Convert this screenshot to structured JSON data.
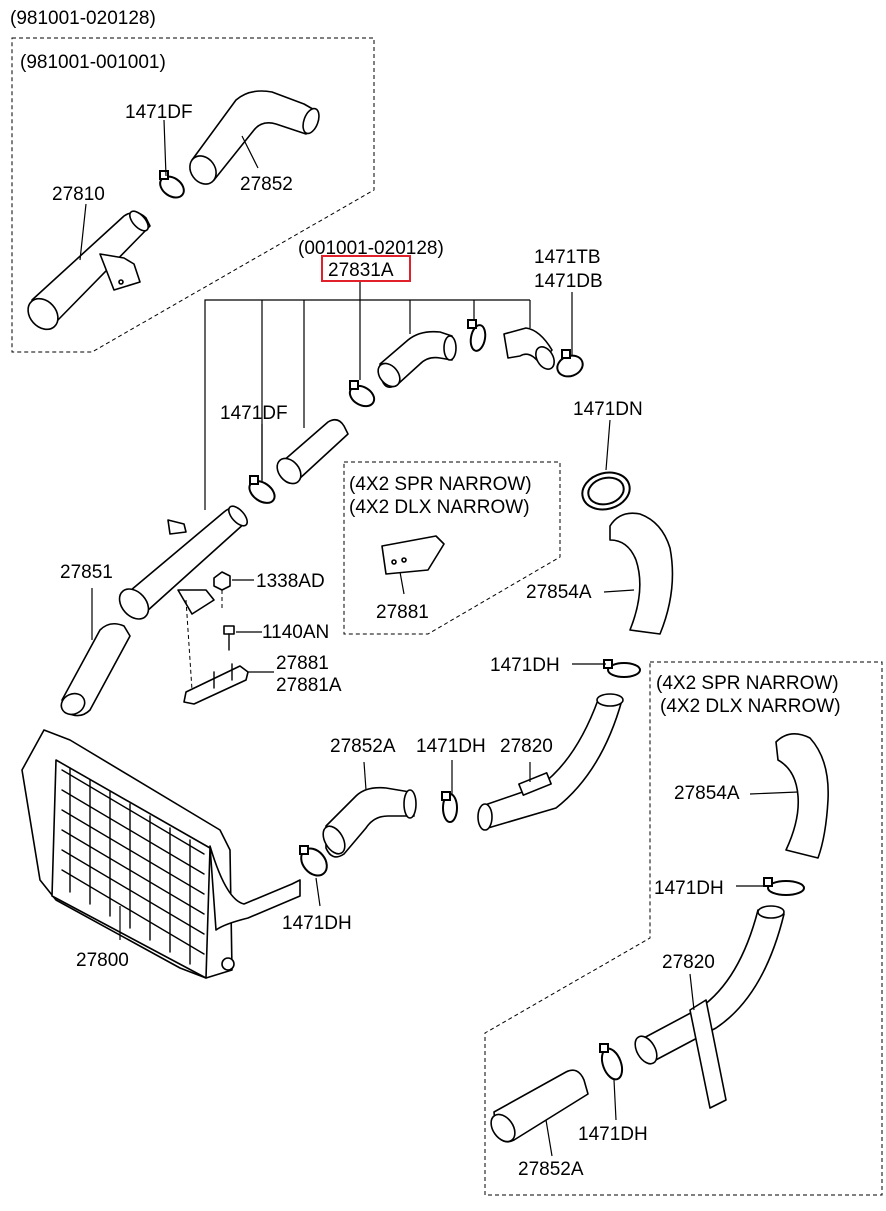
{
  "header": {
    "date_range": "(981001-020128)"
  },
  "inset_top": {
    "date_range": "(981001-001001)"
  },
  "mid_group": {
    "date_range": "(001001-020128)",
    "highlighted_part": "27831A"
  },
  "variant_box_1": {
    "line1": "(4X2 SPR NARROW)",
    "line2": "(4X2 DLX NARROW)"
  },
  "variant_box_2": {
    "line1": "(4X2 SPR NARROW)",
    "line2": "(4X2 DLX NARROW)"
  },
  "labels": {
    "l_1471df_top": "1471DF",
    "l_27852_top": "27852",
    "l_27810": "27810",
    "l_1471tb": "1471TB",
    "l_1471db": "1471DB",
    "l_1471df_mid": "1471DF",
    "l_1471dn": "1471DN",
    "l_27851": "27851",
    "l_1338ad": "1338AD",
    "l_1140an": "1140AN",
    "l_27881_a": "27881",
    "l_27881a": "27881A",
    "l_27881_box": "27881",
    "l_27854a_mid": "27854A",
    "l_1471dh_mid": "1471DH",
    "l_27852a_mid": "27852A",
    "l_1471dh_center": "1471DH",
    "l_27820_mid": "27820",
    "l_1471dh_low": "1471DH",
    "l_27800": "27800",
    "l_27854a_right": "27854A",
    "l_1471dh_right": "1471DH",
    "l_27820_right": "27820",
    "l_1471dh_bottom": "1471DH",
    "l_27852a_bottom": "27852A"
  },
  "colors": {
    "highlight": "#e0202a",
    "ink": "#000000"
  }
}
